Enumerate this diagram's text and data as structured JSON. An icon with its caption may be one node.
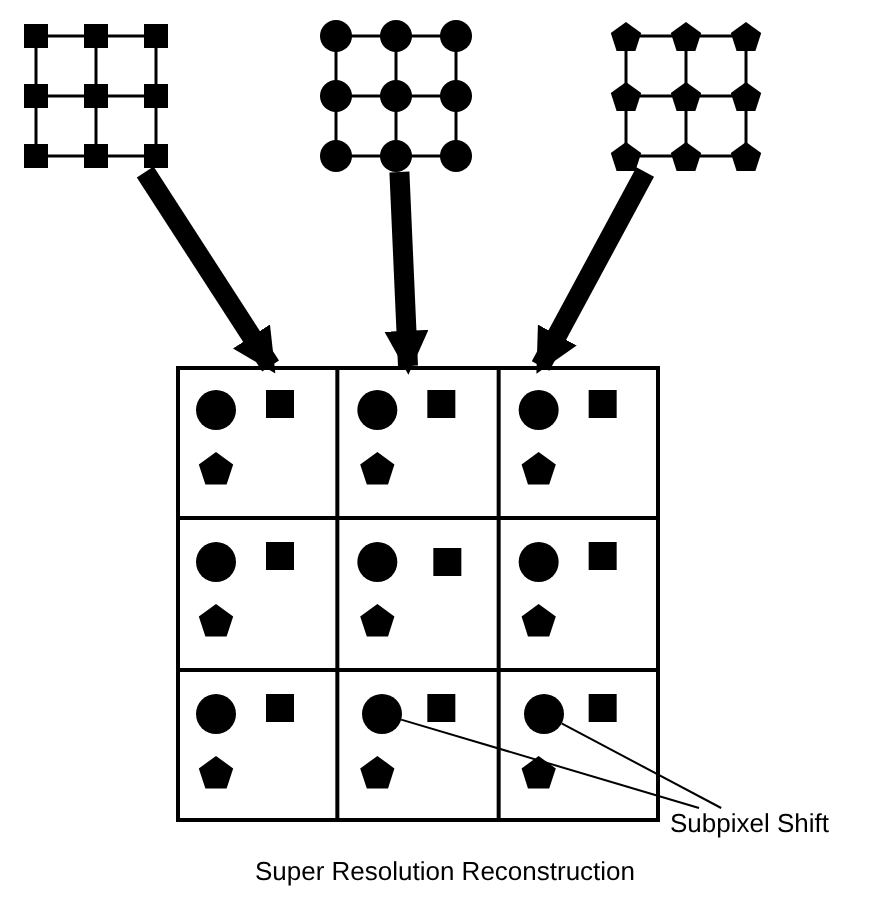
{
  "diagram": {
    "caption": "Super Resolution Reconstruction",
    "nodes": [
      {
        "text": [],
        "shape": "grid"
      },
      {
        "text": [],
        "shape": "grid"
      },
      {
        "text": [],
        "shape": "grid"
      },
      {
        "text": [],
        "shape": "grid"
      },
      {
        "text": [
          "Subpixel Shift"
        ]
      },
      {
        "text": [],
        "shape": "circle",
        "in": 3
      },
      {
        "text": [],
        "shape": "circle",
        "in": 3
      }
    ],
    "edges": [
      {
        "from": 0,
        "to": 3,
        "arrow": "to"
      },
      {
        "from": 1,
        "to": 3,
        "arrow": "to"
      },
      {
        "from": 2,
        "to": 3,
        "arrow": "to"
      },
      {
        "from": 4,
        "to": 5,
        "arrow": "none"
      },
      {
        "from": 4,
        "to": 6,
        "arrow": "none"
      }
    ]
  }
}
